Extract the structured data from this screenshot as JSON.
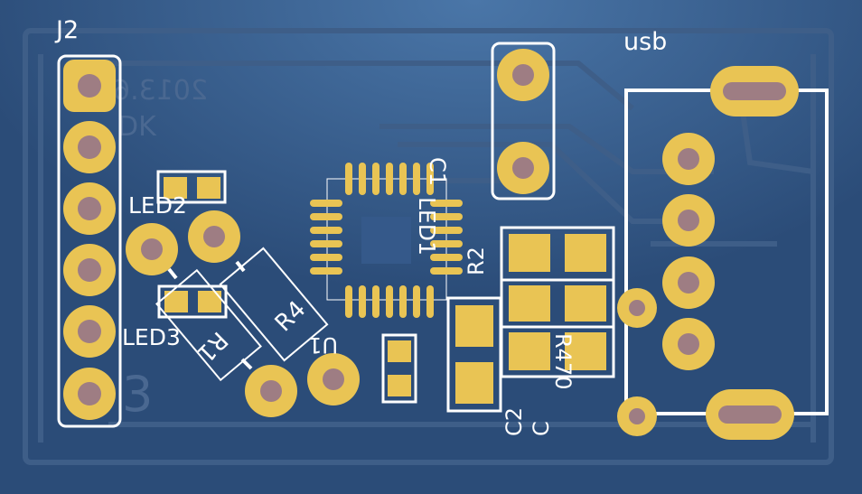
{
  "colors": {
    "board": "#2d4e7b",
    "copper": "#e9c454",
    "silkscreen": "#ffffff",
    "drill": "#9e7d83",
    "faint": "#3f5f89"
  },
  "labels": {
    "j2": "J2",
    "usb": "usb",
    "led2": "LED2",
    "led3": "LED3",
    "led1": "LED1",
    "c1": "C1",
    "r2": "R2",
    "r4": "R4",
    "r1": "R1",
    "u1": "U1",
    "r470": "R470",
    "c2": "C2",
    "c": "C"
  },
  "bottom_layer_text": {
    "date": "2013.6.30",
    "dk": "DK",
    "digit": "3"
  }
}
